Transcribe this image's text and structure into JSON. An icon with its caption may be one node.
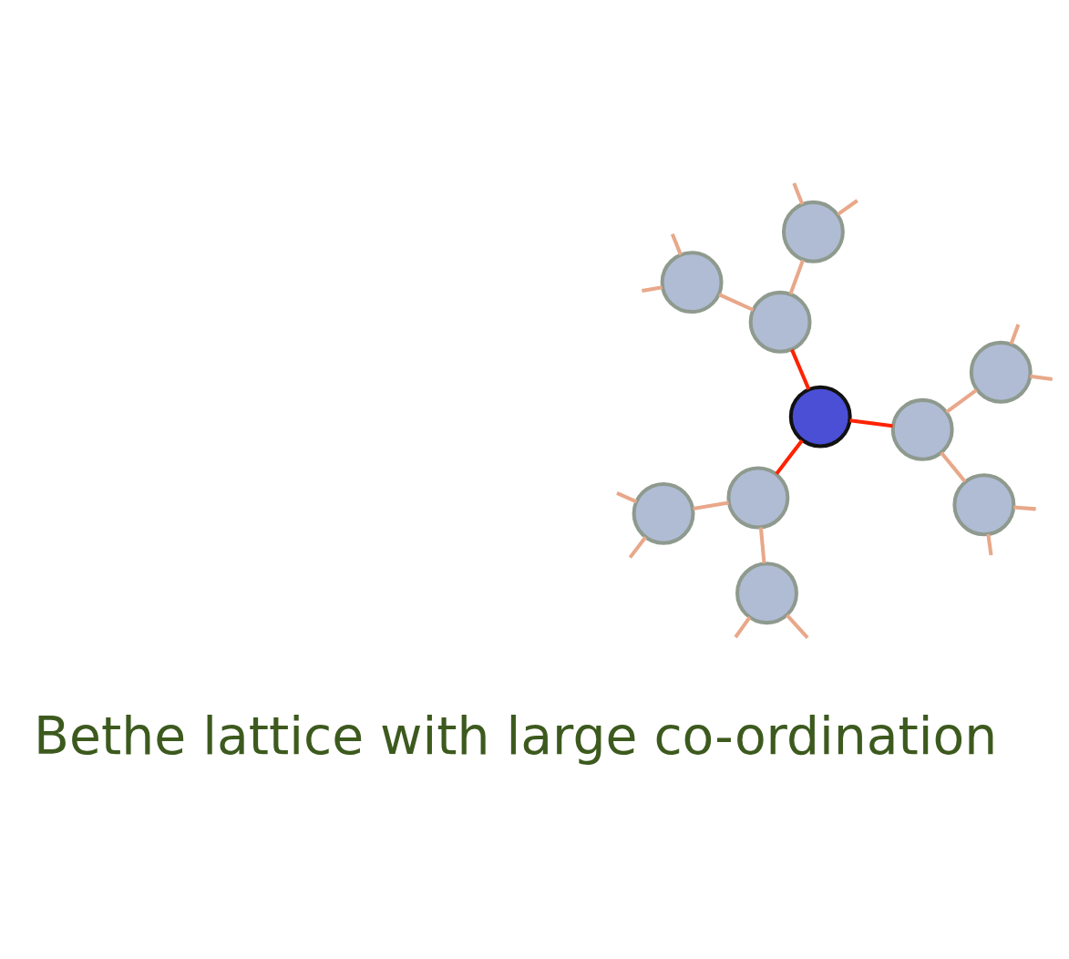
{
  "diagram": {
    "nodes": [
      {
        "text": [],
        "shape": "circle"
      },
      {
        "text": [],
        "shape": "circle"
      },
      {
        "text": [],
        "shape": "circle"
      },
      {
        "text": [],
        "shape": "circle"
      },
      {
        "text": [],
        "shape": "circle"
      },
      {
        "text": [],
        "shape": "circle"
      },
      {
        "text": [],
        "shape": "circle"
      },
      {
        "text": [],
        "shape": "circle"
      },
      {
        "text": [],
        "shape": "circle"
      },
      {
        "text": [],
        "shape": "circle"
      }
    ],
    "edges": [
      {
        "from": 6,
        "to": 4,
        "arrow": "none",
        "color": "#ff2200"
      },
      {
        "from": 6,
        "to": 3,
        "arrow": "none",
        "color": "#ff2200"
      },
      {
        "from": 6,
        "to": 7,
        "arrow": "none",
        "color": "#ff2200"
      },
      {
        "from": 4,
        "to": 2,
        "arrow": "none"
      },
      {
        "from": 4,
        "to": 5,
        "arrow": "none"
      },
      {
        "from": 3,
        "to": 0,
        "arrow": "none"
      },
      {
        "from": 3,
        "to": 1,
        "arrow": "none"
      },
      {
        "from": 7,
        "to": 9,
        "arrow": "none"
      },
      {
        "from": 7,
        "to": 8,
        "arrow": "none"
      },
      {
        "from": 0,
        "to": null,
        "arrow": "none"
      },
      {
        "from": 0,
        "to": null,
        "arrow": "none"
      },
      {
        "from": 1,
        "to": null,
        "arrow": "none"
      },
      {
        "from": 1,
        "to": null,
        "arrow": "none"
      },
      {
        "from": 2,
        "to": null,
        "arrow": "none"
      },
      {
        "from": 2,
        "to": null,
        "arrow": "none"
      },
      {
        "from": 5,
        "to": null,
        "arrow": "none"
      },
      {
        "from": 5,
        "to": null,
        "arrow": "none"
      },
      {
        "from": 8,
        "to": null,
        "arrow": "none"
      },
      {
        "from": 8,
        "to": null,
        "arrow": "none"
      },
      {
        "from": 9,
        "to": null,
        "arrow": "none"
      },
      {
        "from": 9,
        "to": null,
        "arrow": "none"
      }
    ],
    "labels": [
      "Bethe lattice with large co-ordination"
    ]
  }
}
